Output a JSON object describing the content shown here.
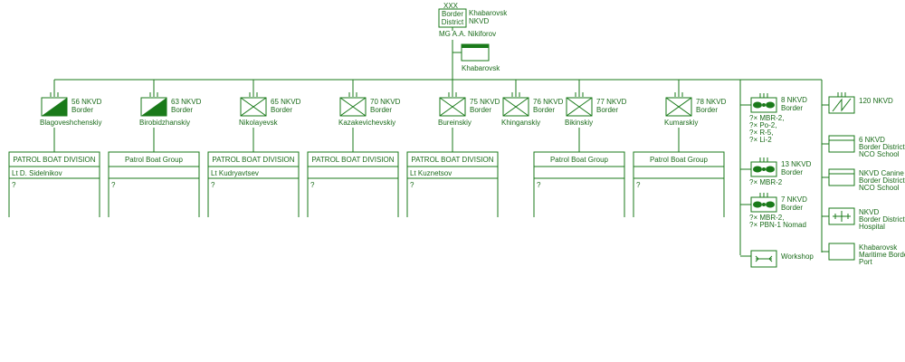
{
  "colors": {
    "line": "#1a7a1a",
    "text": "#1a6b1a",
    "background": "#ffffff"
  },
  "hq": {
    "echelon": "XXX",
    "symbol_lines": [
      "Border",
      "District"
    ],
    "name_lines": [
      "Khabarovsk",
      "NKVD"
    ],
    "commander": "MG  A.A. Nikiforov",
    "location": "Khabarovsk"
  },
  "detachments": [
    {
      "id": "56",
      "title_lines": [
        "56 NKVD",
        "Border"
      ],
      "name": "Blagoveshchenskiy",
      "type": "coastal"
    },
    {
      "id": "63",
      "title_lines": [
        "63 NKVD",
        "Border"
      ],
      "name": "Birobidzhanskiy",
      "type": "coastal"
    },
    {
      "id": "65",
      "title_lines": [
        "65 NKVD",
        "Border"
      ],
      "name": "Nikolayevsk",
      "type": "infantry"
    },
    {
      "id": "70",
      "title_lines": [
        "70 NKVD",
        "Border"
      ],
      "name": "Kazakevichevskiy",
      "type": "infantry"
    },
    {
      "id": "75",
      "title_lines": [
        "75 NKVD",
        "Border"
      ],
      "name": "Bureinskiy",
      "type": "infantry"
    },
    {
      "id": "76",
      "title_lines": [
        "76 NKVD",
        "Border"
      ],
      "name": "Khinganskiy",
      "type": "infantry"
    },
    {
      "id": "77",
      "title_lines": [
        "77 NKVD",
        "Border"
      ],
      "name": "Bikinskiy",
      "type": "infantry"
    },
    {
      "id": "78",
      "title_lines": [
        "78 NKVD",
        "Border"
      ],
      "name": "Kumarskiy",
      "type": "infantry"
    }
  ],
  "boat_units": [
    {
      "attached_to": "56",
      "title": "PATROL BOAT DIVISION",
      "commander": "Lt  D. Sidelnikov",
      "content": "?",
      "style": "division"
    },
    {
      "attached_to": "63",
      "title": "Patrol Boat Group",
      "commander": "",
      "content": "?",
      "style": "group"
    },
    {
      "attached_to": "65",
      "title": "PATROL BOAT DIVISION",
      "commander": "Lt  Kudryavtsev",
      "content": "?",
      "style": "division"
    },
    {
      "attached_to": "70",
      "title": "PATROL BOAT DIVISION",
      "commander": "",
      "content": "?",
      "style": "division"
    },
    {
      "attached_to": "75",
      "title": "PATROL BOAT DIVISION",
      "commander": "Lt  Kuznetsov",
      "content": "?",
      "style": "division"
    },
    {
      "attached_to": "77",
      "title": "Patrol Boat Group",
      "commander": "",
      "content": "?",
      "style": "group"
    },
    {
      "attached_to": "78",
      "title": "Patrol Boat Group",
      "commander": "",
      "content": "?",
      "style": "group"
    }
  ],
  "aviation": [
    {
      "id": "8",
      "title_lines": [
        "8 NKVD",
        "Border"
      ],
      "aircraft": [
        "?× MBR-2,",
        "?× Po-2,",
        "?× R-5,",
        "?× Li-2"
      ]
    },
    {
      "id": "13",
      "title_lines": [
        "13 NKVD",
        "Border"
      ],
      "aircraft": [
        "?× MBR-2"
      ]
    },
    {
      "id": "7",
      "title_lines": [
        "7 NKVD",
        "Border"
      ],
      "aircraft": [
        "?× MBR-2,",
        "?× PBN-1 Nomad"
      ]
    }
  ],
  "workshop": {
    "label": "Workshop"
  },
  "support": [
    {
      "name_lines": [
        "120 NKVD"
      ],
      "type": "signal"
    },
    {
      "name_lines": [
        "6 NKVD",
        "Border District",
        "NCO School"
      ],
      "type": "school"
    },
    {
      "name_lines": [
        "NKVD Canine",
        "Border District",
        "NCO School"
      ],
      "type": "school"
    },
    {
      "name_lines": [
        "NKVD",
        "Border District",
        "Hospital"
      ],
      "type": "hospital"
    },
    {
      "name_lines": [
        "Khabarovsk",
        "Maritime Border",
        "Port"
      ],
      "type": "port"
    }
  ]
}
